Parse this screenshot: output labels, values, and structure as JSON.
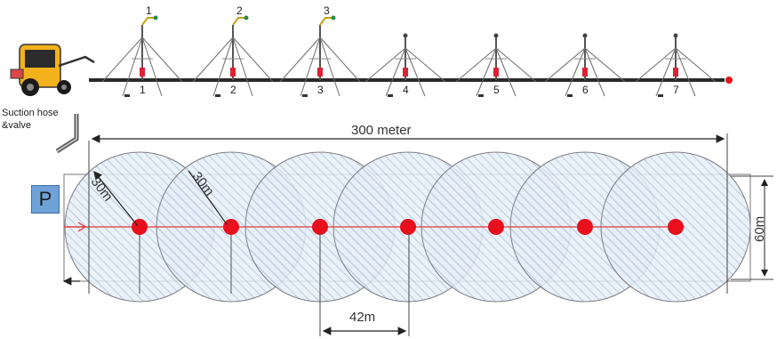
{
  "top": {
    "pump_label": "Suction hose &valve",
    "sprinkler_numbers": [
      "1",
      "2",
      "3",
      "4",
      "5",
      "6",
      "7"
    ],
    "raised_numbers": [
      "1",
      "2",
      "3"
    ]
  },
  "plan": {
    "pump_box": "P",
    "total_length": "300 meter",
    "radius_label_1": "30m",
    "radius_label_2": "30m",
    "width_label": "60m",
    "spacing_label": "42m"
  },
  "colors": {
    "sprinkler_dot": "#e8101c",
    "pipe_line": "#e23a3a",
    "circle_fill": "#e3ecf6",
    "circle_hatch": "#9db8d6",
    "pump_yellow": "#f2b21b"
  }
}
